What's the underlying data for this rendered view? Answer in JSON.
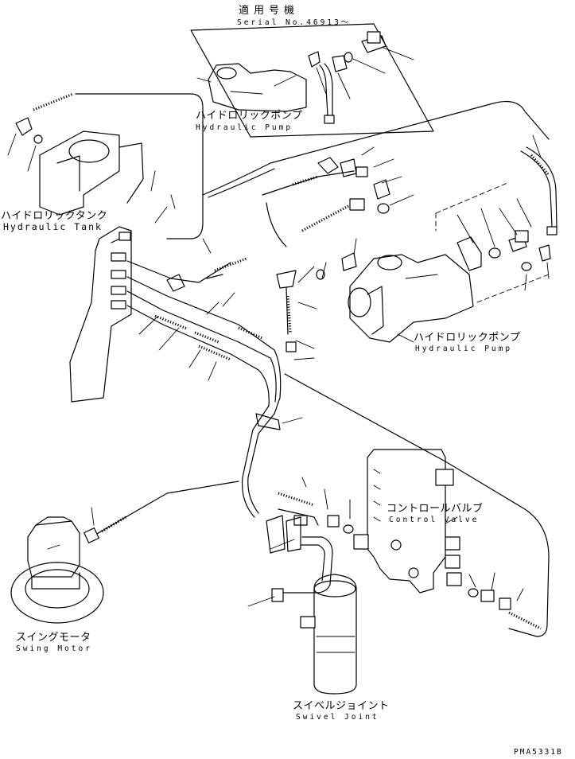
{
  "header": {
    "applicability_jp": "適用号機",
    "serial": "Serial No.46913～"
  },
  "labels": {
    "hydraulic_pump_inset_jp": "ハイドロリックポンプ",
    "hydraulic_pump_inset_en": "Hydraulic Pump",
    "hydraulic_tank_jp": "ハイドロリックタンク",
    "hydraulic_tank_en": "Hydraulic Tank",
    "hydraulic_pump_jp": "ハイドロリックポンプ",
    "hydraulic_pump_en": "Hydraulic Pump",
    "control_valve_jp": "コントロールバルブ",
    "control_valve_en": "Control Valve",
    "swing_motor_jp": "スイングモータ",
    "swing_motor_en": "Swing Motor",
    "swivel_joint_jp": "スイベルジョイント",
    "swivel_joint_en": "Swivel Joint"
  },
  "footer": {
    "drawing_code": "PMA5331B"
  }
}
